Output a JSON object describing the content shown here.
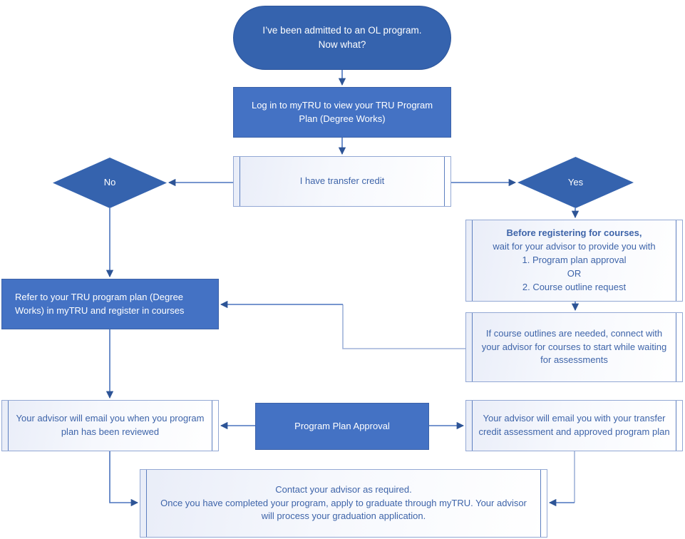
{
  "diagram": {
    "type": "flowchart",
    "colors": {
      "node_dark_blue": "#3563AE",
      "node_blue": "#4472C4",
      "process_border": "#93A8D4",
      "process_inner_bar": "#5D7FC0",
      "process_text": "#3E64A9",
      "connector": "#4A73BD",
      "connector_light": "#9FB2D9",
      "arrowhead": "#2D5496"
    },
    "nodes": {
      "start": {
        "shape": "stadium",
        "label": "I’ve been admitted to an OL program.\nNow what?"
      },
      "login": {
        "shape": "rectangle",
        "label": "Log in to myTRU to view your TRU Program Plan (Degree Works)"
      },
      "transfer_credit": {
        "shape": "predefined-process",
        "label": "I have transfer credit"
      },
      "no": {
        "shape": "diamond",
        "label": "No"
      },
      "yes": {
        "shape": "diamond",
        "label": "Yes"
      },
      "before_registering": {
        "shape": "predefined-process",
        "title": "Before registering for courses,",
        "body": "wait for your advisor to provide you with\n1. Program plan approval\nOR\n2. Course outline request"
      },
      "course_outlines": {
        "shape": "predefined-process",
        "label": "If course outlines are needed, connect with your advisor for courses to start while waiting for assessments"
      },
      "refer_program_plan": {
        "shape": "rectangle",
        "label": "Refer to your TRU program plan (Degree Works) in myTRU and register in courses"
      },
      "plan_reviewed": {
        "shape": "predefined-process",
        "label": "Your advisor will email you when you program plan has been reviewed"
      },
      "program_plan_approval": {
        "shape": "rectangle",
        "label": "Program Plan Approval"
      },
      "credit_assessment": {
        "shape": "predefined-process",
        "label": "Your advisor will email you with your transfer credit assessment and approved program plan"
      },
      "graduation": {
        "shape": "predefined-process",
        "label": "Contact your advisor as required.\nOnce you have completed your program, apply to graduate through myTRU. Your advisor will process your graduation application."
      }
    },
    "edges": [
      "start -> login",
      "login -> transfer_credit",
      "transfer_credit -> no",
      "transfer_credit -> yes",
      "no -> refer_program_plan",
      "yes -> before_registering",
      "before_registering -> course_outlines",
      "course_outlines -> refer_program_plan",
      "refer_program_plan -> plan_reviewed",
      "program_plan_approval -> plan_reviewed",
      "program_plan_approval -> credit_assessment",
      "plan_reviewed -> graduation",
      "credit_assessment -> graduation"
    ]
  }
}
